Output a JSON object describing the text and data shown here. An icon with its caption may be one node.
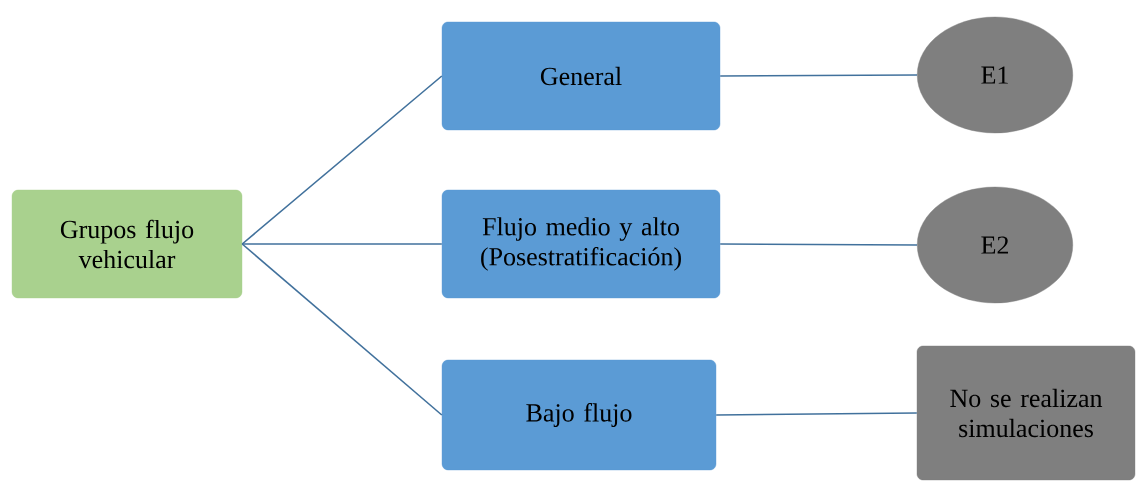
{
  "diagram": {
    "nodes": [
      {
        "text": [
          "Grupos flujo vehicular"
        ]
      },
      {
        "text": [
          "General"
        ]
      },
      {
        "text": [
          "Flujo medio y alto (Posestratificación)"
        ]
      },
      {
        "text": [
          "Bajo flujo"
        ]
      },
      {
        "text": [
          "E1"
        ]
      },
      {
        "text": [
          "E2"
        ]
      },
      {
        "text": [
          "No se realizan simulaciones"
        ]
      }
    ],
    "edges": [
      {
        "from": 0,
        "to": 1,
        "arrow": "none"
      },
      {
        "from": 0,
        "to": 2,
        "arrow": "none"
      },
      {
        "from": 0,
        "to": 3,
        "arrow": "none"
      },
      {
        "from": 1,
        "to": 4,
        "arrow": "none"
      },
      {
        "from": 2,
        "to": 5,
        "arrow": "none"
      },
      {
        "from": 3,
        "to": 6,
        "arrow": "none"
      }
    ]
  }
}
